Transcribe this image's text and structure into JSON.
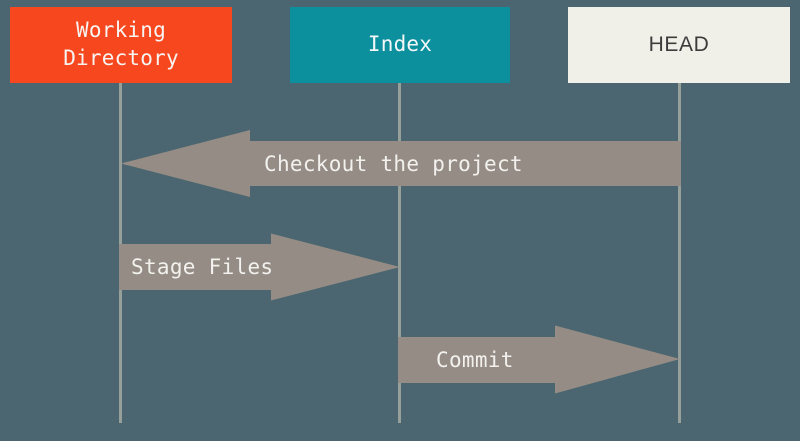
{
  "diagram": {
    "title": "Git data transport / three-stage workflow",
    "background_color": "#4b6670",
    "nodes": [
      {
        "id": "working-directory",
        "label": "Working\nDirectory",
        "fill": "#f7471f",
        "text_color": "#f7f4f1"
      },
      {
        "id": "index",
        "label": "Index",
        "fill": "#0d909e",
        "text_color": "#f4f7f7"
      },
      {
        "id": "head",
        "label": "HEAD",
        "fill": "#f1f0e8",
        "text_color": "#3c3c3c"
      }
    ],
    "lifeline_color": "#969f99",
    "arrow_color": "#958d85",
    "arrow_text_color": "#f2f1ee",
    "arrows": [
      {
        "id": "checkout",
        "label": "Checkout the project",
        "from": "HEAD",
        "to": "Working Directory",
        "direction": "left"
      },
      {
        "id": "stage-files",
        "label": "Stage Files",
        "from": "Working Directory",
        "to": "Index",
        "direction": "right"
      },
      {
        "id": "commit",
        "label": "Commit",
        "from": "Index",
        "to": "HEAD",
        "direction": "right"
      }
    ]
  }
}
